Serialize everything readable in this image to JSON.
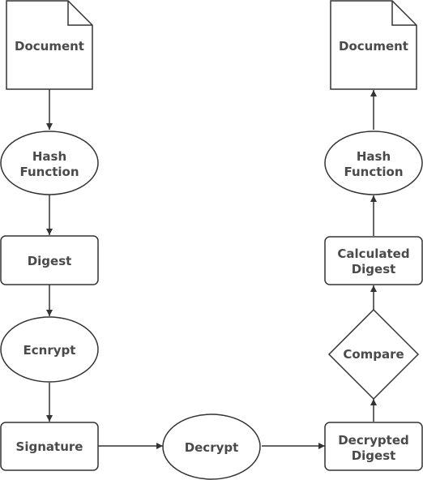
{
  "nodes": {
    "doc_left": {
      "lines": [
        "Document"
      ]
    },
    "hash_left": {
      "lines": [
        "Hash",
        "Function"
      ]
    },
    "digest": {
      "lines": [
        "Digest"
      ]
    },
    "encrypt": {
      "lines": [
        "Ecnrypt"
      ]
    },
    "signature": {
      "lines": [
        "Signature"
      ]
    },
    "decrypt": {
      "lines": [
        "Decrypt"
      ]
    },
    "decrypted_digest": {
      "lines": [
        "Decrypted",
        "Digest"
      ]
    },
    "compare": {
      "lines": [
        "Compare"
      ]
    },
    "calc_digest": {
      "lines": [
        "Calculated",
        "Digest"
      ]
    },
    "hash_right": {
      "lines": [
        "Hash",
        "Function"
      ]
    },
    "doc_right": {
      "lines": [
        "Document"
      ]
    }
  },
  "colors": {
    "stroke": "#333333",
    "text": "#4a4a4a",
    "fill": "#ffffff"
  }
}
